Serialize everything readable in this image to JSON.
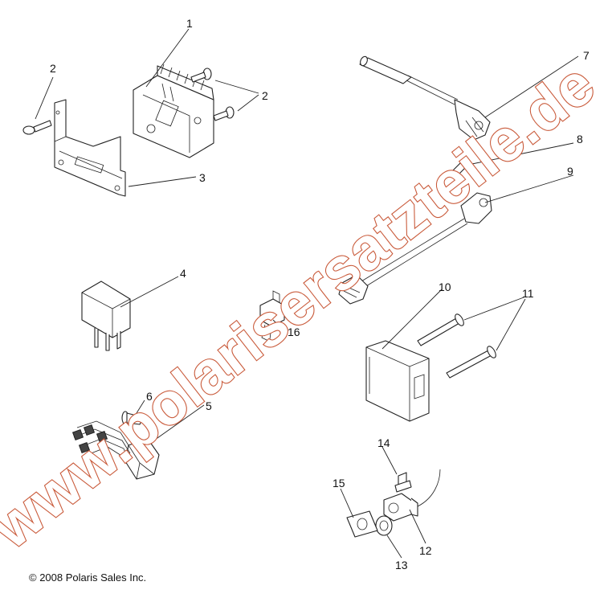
{
  "watermark": "www.polarisersatzteile.de",
  "copyright": "© 2008 Polaris Sales Inc.",
  "callouts": {
    "c1": "1",
    "c2a": "2",
    "c2b": "2",
    "c3": "3",
    "c4": "4",
    "c5": "5",
    "c6": "6",
    "c7": "7",
    "c8": "8",
    "c9": "9",
    "c10": "10",
    "c11": "11",
    "c12": "12",
    "c13": "13",
    "c14": "14",
    "c15": "15",
    "c16": "16"
  }
}
